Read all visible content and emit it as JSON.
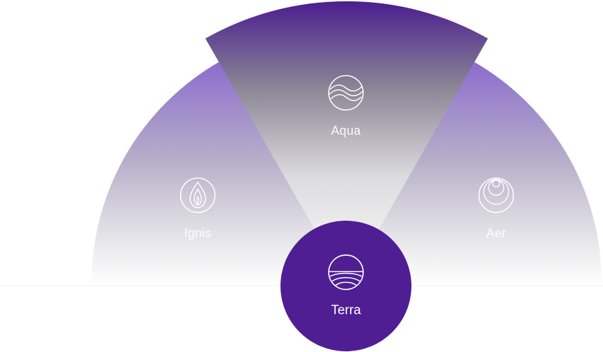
{
  "selector": {
    "elements": [
      {
        "key": "ignis",
        "label": "Ignis",
        "icon": "flame-icon"
      },
      {
        "key": "aqua",
        "label": "Aqua",
        "icon": "wave-icon"
      },
      {
        "key": "aer",
        "label": "Aer",
        "icon": "air-rings-icon"
      }
    ],
    "selected": {
      "key": "terra",
      "label": "Terra",
      "icon": "earth-horizon-icon"
    }
  },
  "colors": {
    "accent": "#4f1e93",
    "wedge_top": "#8f6ed0",
    "wedge_top_center": "#4a1e8f",
    "wedge_fade": "#ffffff"
  }
}
